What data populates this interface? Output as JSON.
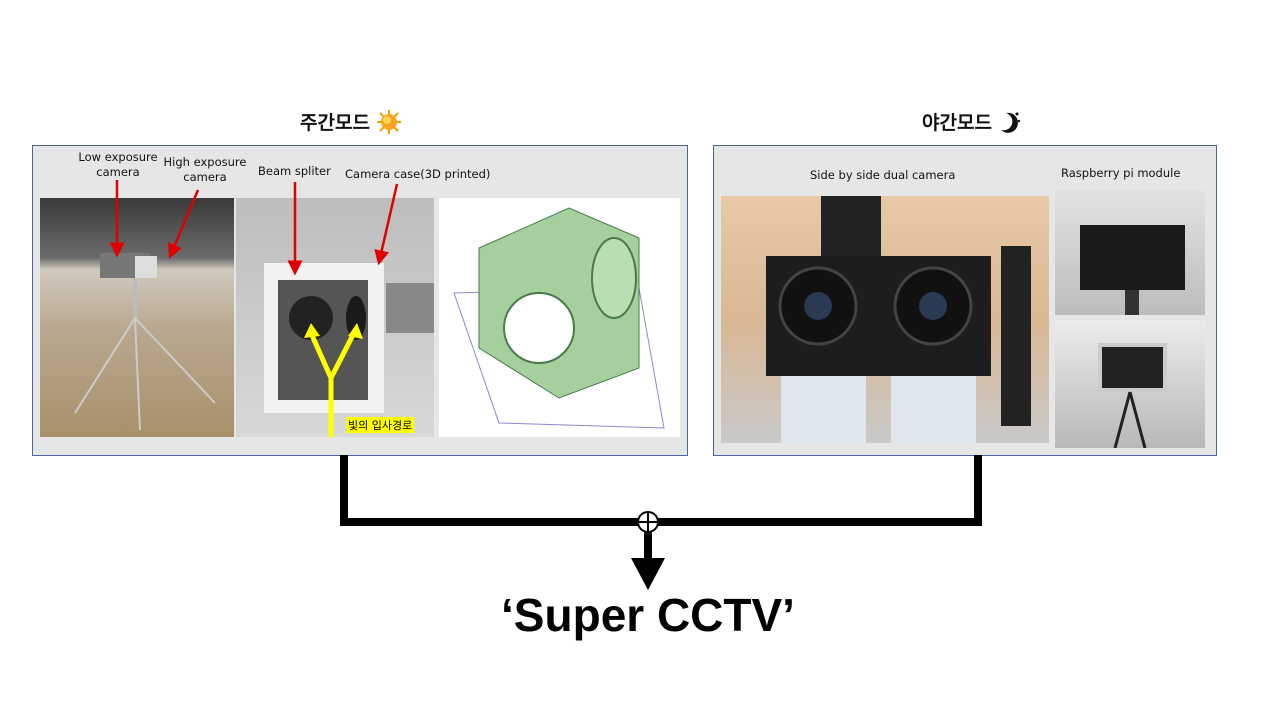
{
  "day_mode": {
    "title": "주간모드",
    "icon": "sun-icon",
    "labels": {
      "low_exposure": "Low exposure camera",
      "high_exposure": "High exposure camera",
      "beam_splitter": "Beam spliter",
      "camera_case": "Camera case(3D printed)",
      "light_path": "빛의 입사경로"
    }
  },
  "night_mode": {
    "title": "야간모드",
    "icon": "moon-icon",
    "labels": {
      "dual_camera": "Side by side dual camera",
      "raspberry": "Raspberry pi module"
    }
  },
  "result": "‘Super CCTV’",
  "colors": {
    "panel_border": "#4a64a0",
    "panel_bg": "#e6e6e6",
    "annotation_arrow": "#e00000",
    "light_arrow": "#ffff00"
  }
}
